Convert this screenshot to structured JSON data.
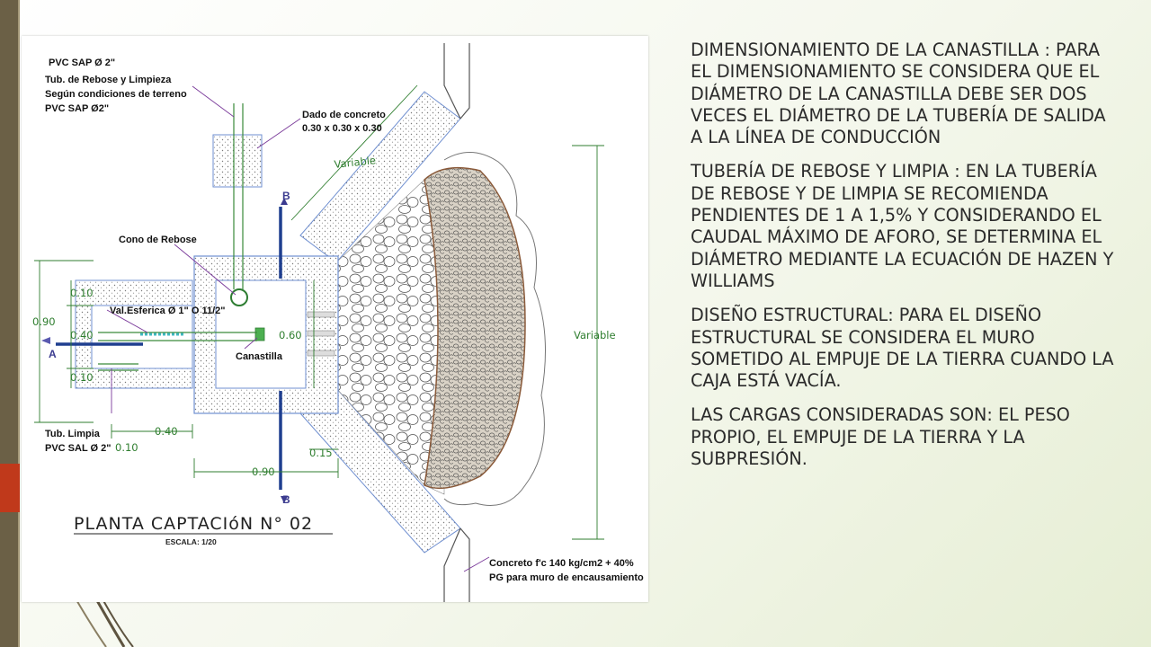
{
  "diagram": {
    "labels": {
      "pvc_top": "PVC SAP Ø 2\"",
      "tub_rebose": "Tub. de Rebose y Limpieza",
      "segun": "Según condiciones de terreno",
      "pvc_sap": "PVC SAP Ø2\"",
      "dado_1": "Dado de concreto",
      "dado_2": "0.30 x 0.30 x 0.30",
      "variable_1": "Variable",
      "variable_2": "Variable",
      "cono": "Cono de Rebose",
      "valvula": "Val.Esferica Ø 1\" O 11/2\"",
      "canastilla": "Canastilla",
      "tub_limpia_1": "Tub. Limpia",
      "tub_limpia_2": "PVC SAL Ø 2\"",
      "concreto_1": "Concreto f'c 140 kg/cm2 + 40%",
      "concreto_2": "PG para muro de encausamiento"
    },
    "dimensions": {
      "d010_top": "0.10",
      "d090_left": "0.90",
      "d040_left": "0.40",
      "d010_bottom": "0.10",
      "d060": "0.60",
      "d040_bottom": "0.40",
      "d010_small": "0.10",
      "d015": "0.15",
      "d090_bottom": "0.90"
    },
    "section_letter_a": "A",
    "section_letter_b": "B",
    "title": "PLANTA CAPTACIóN N° 02",
    "scale": "ESCALA: 1/20"
  },
  "text": {
    "p1": "DIMENSIONAMIENTO DE LA CANASTILLA : PARA EL DIMENSIONAMIENTO SE CONSIDERA QUE EL DIÁMETRO DE LA CANASTILLA DEBE SER DOS VECES EL DIÁMETRO DE LA TUBERÍA DE SALIDA A LA LÍNEA DE CONDUCCIÓN",
    "p2": "TUBERÍA DE REBOSE Y LIMPIA : EN LA TUBERÍA DE REBOSE Y DE LIMPIA SE RECOMIENDA PENDIENTES DE 1 A 1,5% Y CONSIDERANDO EL CAUDAL MÁXIMO DE AFORO, SE DETERMINA EL DIÁMETRO MEDIANTE LA ECUACIÓN DE HAZEN Y WILLIAMS",
    "p3": "DISEÑO ESTRUCTURAL: PARA EL DISEÑO ESTRUCTURAL SE CONSIDERA EL MURO SOMETIDO AL EMPUJE DE LA TIERRA CUANDO LA CAJA ESTÁ VACÍA.",
    "p4": "LAS CARGAS CONSIDERADAS SON: EL PESO PROPIO, EL EMPUJE DE LA TIERRA Y LA SUBPRESIÓN."
  },
  "colors": {
    "left_bar": "#6b6046",
    "accent": "#c0391b",
    "dimension_green": "#2f7e2f",
    "section_blue": "#1f3f8f",
    "pipe_green": "#3a8a3a",
    "concrete_outline": "#6f8fd0"
  }
}
